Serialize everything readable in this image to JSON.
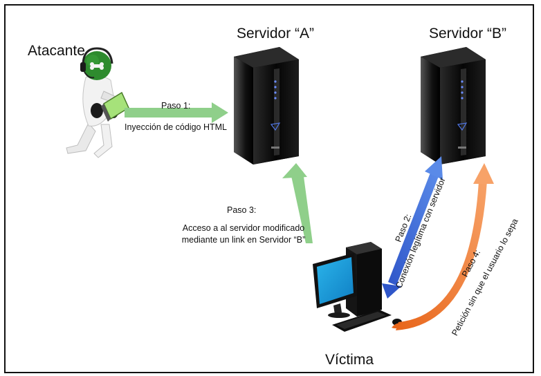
{
  "labels": {
    "attacker": "Atacante",
    "server_a": "Servidor “A”",
    "server_b": "Servidor “B”",
    "victim": "Víctima"
  },
  "steps": {
    "step1_title": "Paso 1:",
    "step1_text": "Inyección de código HTML",
    "step2_title": "Paso 2:",
    "step2_text": "Conexión legítima con servidor",
    "step3_title": "Paso 3:",
    "step3_line1": "Acceso a al servidor modificado",
    "step3_line2": "mediante un link en Servidor “B”",
    "step4_title": "Paso 4:",
    "step4_text": "Petición sin que el usuario lo sepa"
  },
  "colors": {
    "green_arrow": "#8fcf8a",
    "blue_arrow": "#3f6fd6",
    "orange_arrow": "#f07a2a",
    "attacker_head": "#2e8b2e",
    "server_body": "#0d0d0d"
  },
  "icons": {
    "attacker": "hacker-figure-icon",
    "server_a": "server-tower-icon",
    "server_b": "server-tower-icon",
    "victim": "desktop-computer-icon"
  }
}
